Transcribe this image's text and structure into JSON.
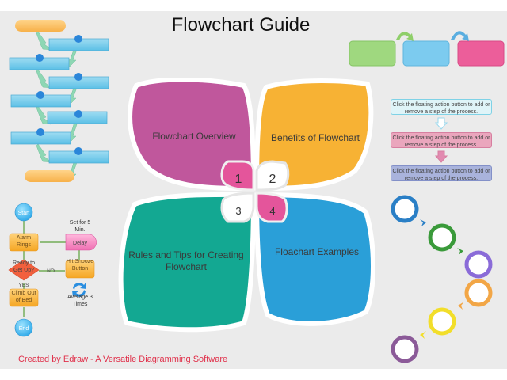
{
  "title": "Flowchart Guide",
  "footer": "Created by Edraw - A Versatile Diagramming Software",
  "colors": {
    "background": "#ebebeb",
    "petal_1": "#c0579c",
    "petal_2": "#f7b234",
    "petal_3": "#13a892",
    "petal_4": "#2a9fd8",
    "mini_pink": "#e4559b",
    "footer_text": "#e0304a"
  },
  "flower": {
    "petals": [
      {
        "number": "1",
        "label": "Flowchart Overview"
      },
      {
        "number": "2",
        "label": "Benefits of Flowchart"
      },
      {
        "number": "3",
        "label": "Rules and Tips for Creating Flowchart"
      },
      {
        "number": "4",
        "label": "Floachart Examples"
      }
    ]
  },
  "process_notes": [
    {
      "text": "Click the floating action button to add or remove a step of the process.",
      "color": "#dff4f8",
      "border": "#7fd2e6"
    },
    {
      "text": "Click the floating action button to add or remove a step of the process.",
      "color": "#eaa6bd",
      "border": "#d77fa0"
    },
    {
      "text": "Click the floating action button to add or remove a step of the process.",
      "color": "#a9b3dc",
      "border": "#8390c8"
    }
  ],
  "top_boxes": [
    {
      "color": "#9fd87f"
    },
    {
      "color": "#7ccbef"
    },
    {
      "color": "#ec5e9a"
    }
  ],
  "rings": [
    {
      "color": "#2a7fc6"
    },
    {
      "color": "#3a9a3a"
    },
    {
      "color": "#8a6bd8"
    },
    {
      "color": "#f2a646"
    },
    {
      "color": "#f2de2a"
    },
    {
      "color": "#8b5a98"
    }
  ],
  "alarm_flow": {
    "start": "Start",
    "alarm": "Alarm Rings",
    "decision": "Ready to Get Up?",
    "yes": "YES",
    "no": "NO",
    "climb": "Climb Out of Bed",
    "end": "End",
    "delay": "Delay",
    "delay_note": "Set for 5 Min.",
    "snooze": "Hit Snooze Button",
    "repeat_note": "Average 3 Times"
  }
}
